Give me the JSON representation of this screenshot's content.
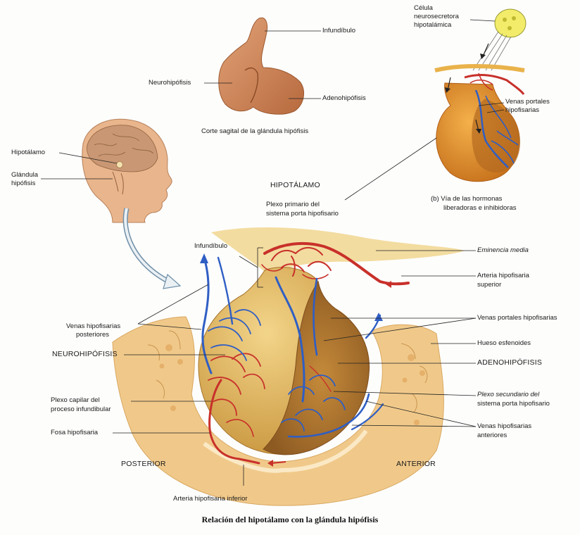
{
  "labels": {
    "infundibulo_top": "Infundíbulo",
    "neurohipofisis_top": "Neurohipófisis",
    "adenohipofisis_top": "Adenohipófisis",
    "corte_sagital": "Corte sagital de la glándula hipófisis",
    "celula_1": "Célula",
    "celula_2": "neurosecretora",
    "celula_3": "hipotalámica",
    "venas_portales_b_1": "Venas portales",
    "venas_portales_b_2": "hipofisarias",
    "via_1": "(b) Vía de las hormonas",
    "via_2": "liberadoras e inhibidoras",
    "hipotalamo_head": "Hipotálamo",
    "glandula_1": "Glándula",
    "glandula_2": "hipófisis",
    "hipotalamo_caps": "HIPOTÁLAMO",
    "plexo_primario_1": "Plexo primario del",
    "plexo_primario_2": "sistema porta hipofisario",
    "infundibulo_main": "Infundíbulo",
    "eminencia": "Eminencia media",
    "arteria_sup_1": "Arteria hipofisaria",
    "arteria_sup_2": "superior",
    "venas_post_1": "Venas hipofisarias",
    "venas_post_2": "posteriores",
    "venas_portales_main": "Venas portales hipofisarias",
    "hueso": "Hueso esfenoides",
    "neurohipofisis_caps": "NEUROHIPÓFISIS",
    "adenohipofisis_caps": "ADENOHIPÓFISIS",
    "plexo_capilar_1": "Plexo capilar del",
    "plexo_capilar_2": "proceso infundibular",
    "plexo_sec_1": "Plexo secundario del",
    "plexo_sec_2": "sistema porta hipofisario",
    "fosa": "Fosa hipofisaria",
    "venas_ant_1": "Venas hipofisarias",
    "venas_ant_2": "anteriores",
    "posterior": "POSTERIOR",
    "anterior": "ANTERIOR",
    "arteria_inf": "Arteria hipofisaria inferior"
  },
  "caption": "Relación del hipotálamo con la glándula hipófisis",
  "colors": {
    "gland": "#d9a84a",
    "gland_dark": "#b9802f",
    "bone": "#f0c98a",
    "bone_light": "#f7deb0",
    "artery": "#c8302a",
    "vein": "#2f5ec4",
    "skin": "#e9b58c",
    "brain": "#c99773",
    "line": "#222222"
  }
}
